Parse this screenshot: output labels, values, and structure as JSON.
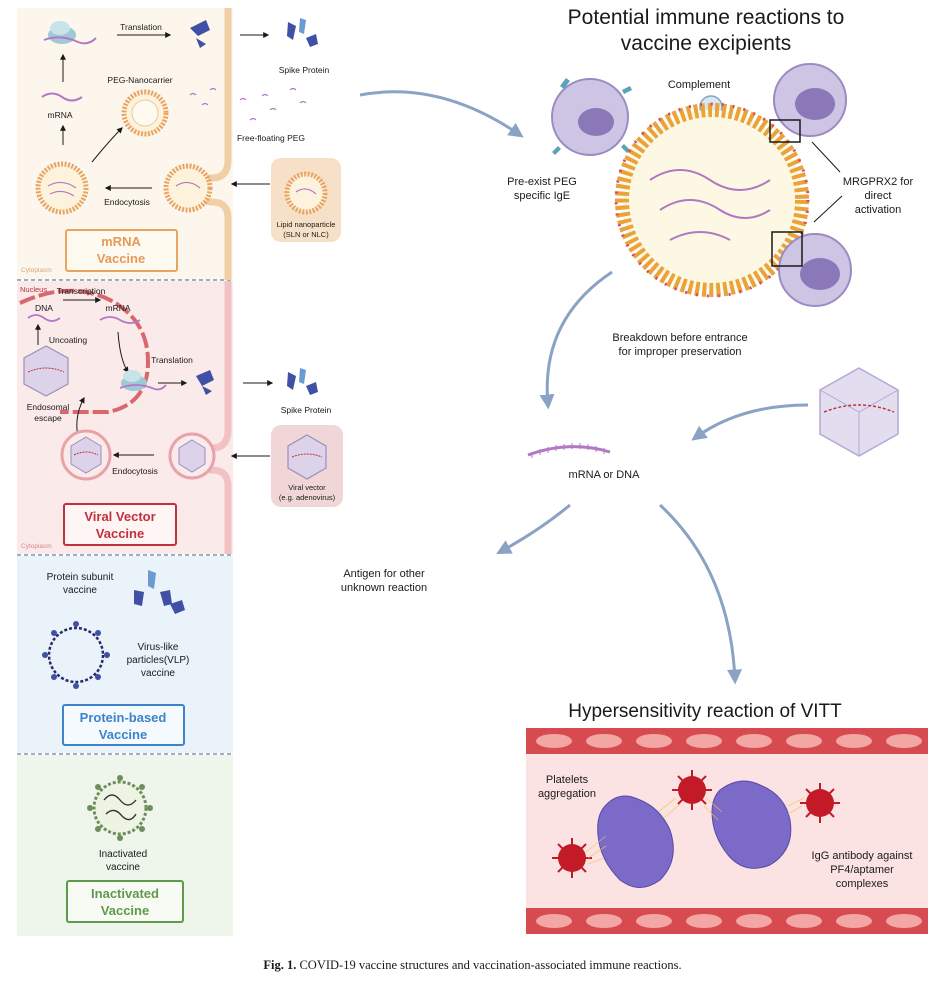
{
  "mrna_section": {
    "translation": "Translation",
    "spike_protein": "Spike Protein",
    "peg_nanocarrier": "PEG-Nanocarrier",
    "mrna": "mRNA",
    "free_floating_peg": "Free-floating PEG",
    "endocytosis": "Endocytosis",
    "lnp_line1": "Lipid nanoparticle",
    "lnp_line2": "(SLN or NLC)",
    "cytoplasm": "Cytoplasm",
    "title_line1": "mRNA",
    "title_line2": "Vaccine"
  },
  "viral_section": {
    "nucleus": "Nucleus",
    "transcription": "Transcription",
    "dna": "DNA",
    "mrna": "mRNA",
    "uncoating": "Uncoating",
    "translation": "Translation",
    "spike_protein": "Spike Protein",
    "endosomal_line1": "Endosomal",
    "endosomal_line2": "escape",
    "endocytosis": "Endocytosis",
    "vector_line1": "Viral vector",
    "vector_line2": "(e.g. adenovirus)",
    "cytoplasm": "Cytoplasm",
    "title_line1": "Viral Vector",
    "title_line2": "Vaccine"
  },
  "protein_section": {
    "subunit_line1": "Protein subunit",
    "subunit_line2": "vaccine",
    "vlp_line1": "Virus-like",
    "vlp_line2": "particles(VLP)",
    "vlp_line3": "vaccine",
    "title_line1": "Protein-based",
    "title_line2": "Vaccine"
  },
  "inactivated_section": {
    "label_line1": "Inactivated",
    "label_line2": "vaccine",
    "title_line1": "Inactivated",
    "title_line2": "Vaccine"
  },
  "immune": {
    "title_line1": "Potential immune reactions to",
    "title_line2": "vaccine excipients",
    "complement": "Complement",
    "ige_line1": "Pre-exist PEG",
    "ige_line2": "specific IgE",
    "mrgprx2_line1": "MRGPRX2 for",
    "mrgprx2_line2": "direct",
    "mrgprx2_line3": "activation",
    "breakdown_line1": "Breakdown before entrance",
    "breakdown_line2": "for improper preservation",
    "mrna_or_dna": "mRNA or DNA",
    "antigen_line1": "Antigen for other",
    "antigen_line2": "unknown reaction"
  },
  "vitt": {
    "title": "Hypersensitivity reaction of VITT",
    "platelets_line1": "Platelets",
    "platelets_line2": "aggregation",
    "igg_line1": "IgG antibody against",
    "igg_line2": "PF4/aptamer",
    "igg_line3": "complexes"
  },
  "caption": {
    "prefix": "Fig. 1.",
    "text": "COVID-19 vaccine structures and vaccination-associated immune reactions."
  },
  "colors": {
    "mrna_accent": "#e8a463",
    "viral_accent": "#c0313b",
    "protein_accent": "#3d83c9",
    "inactivated_accent": "#5f9a4c",
    "arrow": "#8aa2c4"
  }
}
